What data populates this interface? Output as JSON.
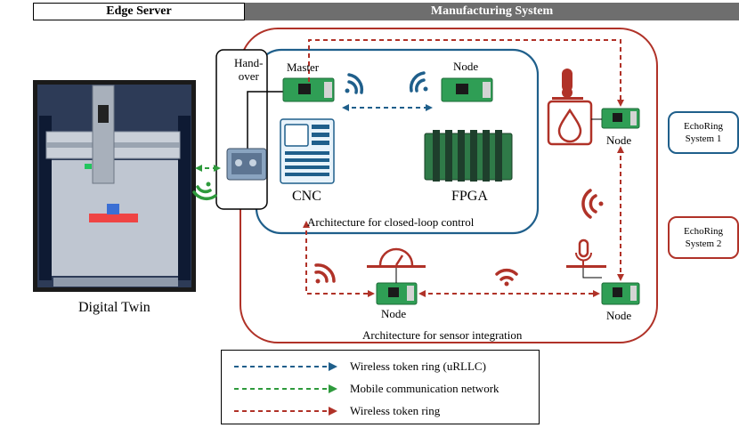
{
  "header": {
    "edge_server": "Edge Server",
    "manufacturing_system": "Manufacturing System"
  },
  "labels": {
    "digital_twin": "Digital Twin",
    "handover": [
      "Hand-",
      "over"
    ],
    "master": "Master",
    "node_top": "Node",
    "node_right_top": "Node",
    "node_bottom_mid": "Node",
    "node_bottom_right": "Node",
    "cnc": "CNC",
    "fpga": "FPGA",
    "closed_loop": "Architecture for closed-loop control",
    "sensor_integration": "Architecture for sensor integration"
  },
  "systems": {
    "echoring1": [
      "EchoRing",
      "System 1"
    ],
    "echoring2": [
      "EchoRing",
      "System 2"
    ]
  },
  "legend": [
    {
      "label": "Wireless token ring (uRLLC)",
      "color": "#1f5f8b"
    },
    {
      "label": "Mobile communication network",
      "color": "#2e9a3c"
    },
    {
      "label": "Wireless token ring",
      "color": "#b03228"
    }
  ],
  "colors": {
    "blue": "#1f5f8b",
    "green": "#2e9a3c",
    "red": "#b03228"
  }
}
